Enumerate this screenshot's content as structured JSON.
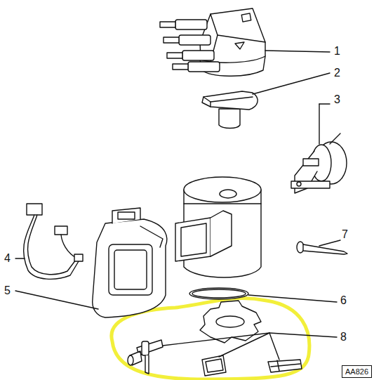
{
  "diagram": {
    "nodes": [
      {
        "text": [
          "AA826"
        ]
      }
    ],
    "labels": [
      "1",
      "2",
      "3",
      "4",
      "5",
      "6",
      "7",
      "8"
    ]
  }
}
